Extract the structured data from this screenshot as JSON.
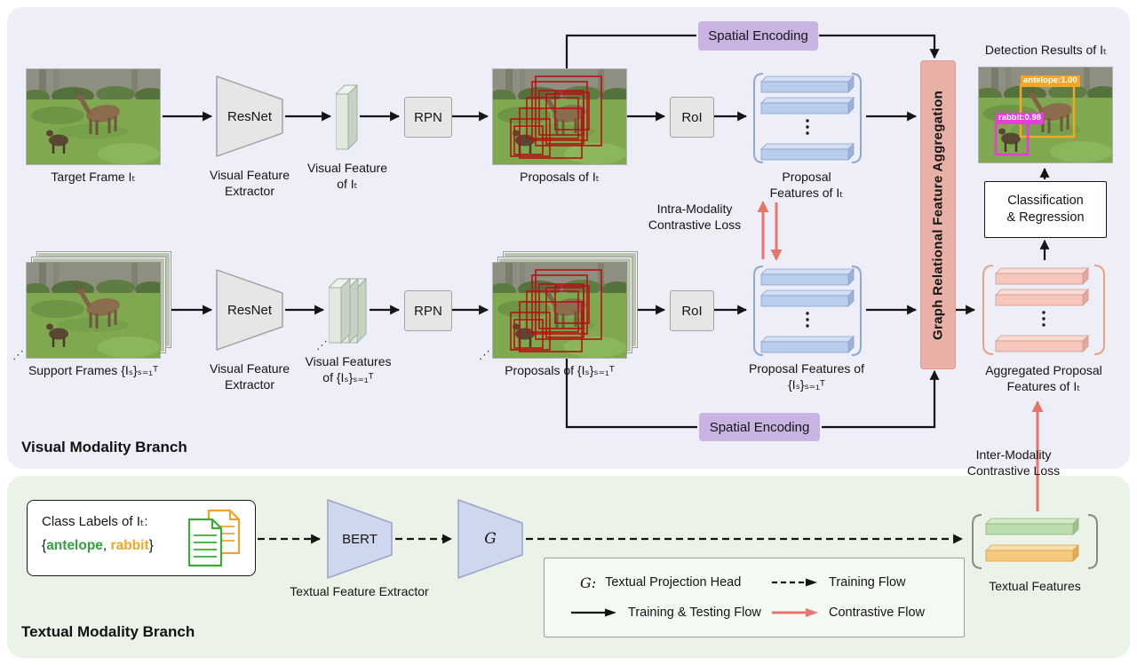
{
  "colors": {
    "visual_branch_bg": "#edeef8",
    "textual_branch_bg": "#ebf3e9",
    "spatial_encoding_fill": "#c9b3e3",
    "graph_aggregation_fill": "#e9b0a6",
    "proposal_feature_bar": "#b9cdec",
    "aggregated_feature_bar": "#f4c6bc",
    "textual_feature_bar_green": "#bcdcae",
    "textual_feature_bar_orange": "#f6ca7e",
    "antelope_text": "#2fa33c",
    "rabbit_text": "#f5a623",
    "antelope_box": "#f5a623",
    "rabbit_box": "#ea3ae0",
    "contrastive_arrow": "#e8756a",
    "proposal_box": "#b51212"
  },
  "misc": {
    "stack_dots": "⋰"
  },
  "visual_branch": {
    "title": "Visual Modality Branch",
    "target_frame_label": "Target Frame Iₜ",
    "support_frames_label": "Support Frames {Iₛ}ₛ₌₁ᵀ",
    "resnet_label": "ResNet",
    "visual_feature_extractor_label": "Visual Feature Extractor",
    "visual_feature_label": "Visual Feature of Iₜ",
    "visual_features_label": "Visual Features of {Iₛ}ₛ₌₁ᵀ",
    "rpn_label": "RPN",
    "roi_label": "RoI",
    "proposals_target_label": "Proposals of Iₜ",
    "proposals_support_label": "Proposals of {Iₛ}ₛ₌₁ᵀ",
    "proposal_features_target_label": "Proposal Features of Iₜ",
    "proposal_features_support_label": "Proposal Features of {Iₛ}ₛ₌₁ᵀ",
    "spatial_encoding_label": "Spatial Encoding",
    "graph_aggregation_label": "Graph Relational Feature Aggregation",
    "intra_loss_label": "Intra-Modality Contrastive Loss",
    "inter_loss_label": "Inter-Modality Contrastive Loss",
    "detection_results_label": "Detection Results of Iₜ",
    "classification_regression": {
      "line1": "Classification",
      "line2": "& Regression"
    },
    "aggregated_features_label": "Aggregated Proposal Features of Iₜ",
    "detection_boxes": [
      {
        "label": "antelope:1.00",
        "color": "#f5a623"
      },
      {
        "label": "rabbit:0.98",
        "color": "#ea3ae0"
      }
    ]
  },
  "textual_branch": {
    "title": "Textual Modality Branch",
    "class_labels_heading": "Class Labels of Iₜ:",
    "class_labels_open": "{",
    "antelope": "antelope",
    "separator": ", ",
    "rabbit": "rabbit",
    "class_labels_close": "}",
    "bert_label": "BERT",
    "textual_extractor_label": "Textual Feature Extractor",
    "projection_head_label": "G",
    "textual_features_label": "Textual Features"
  },
  "legend": {
    "g_symbol": "G:",
    "g_description": "Textual Projection Head",
    "training_flow": "Training Flow",
    "training_testing_flow": "Training & Testing Flow",
    "contrastive_flow": "Contrastive Flow"
  }
}
